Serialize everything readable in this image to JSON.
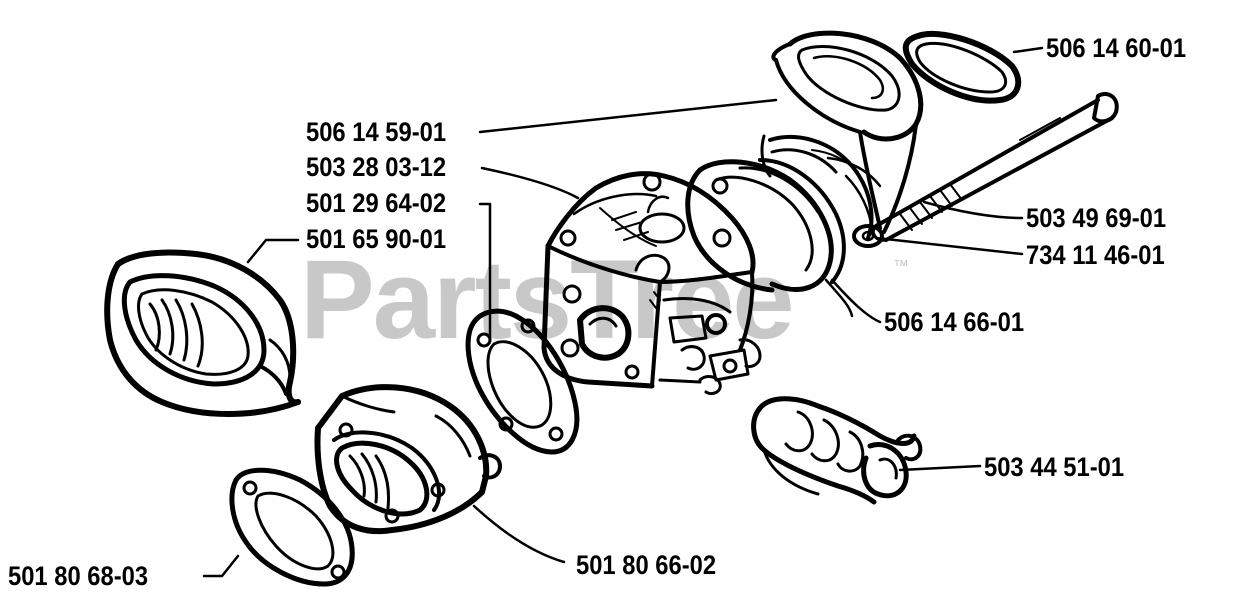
{
  "watermark": {
    "text": "PartsTree",
    "trademark": "™",
    "color": "#c8c8c8"
  },
  "part_numbers": [
    "506 14 60-01",
    "506 14 59-01",
    "503 28 03-12",
    "501 29 64-02",
    "501 65 90-01",
    "503 49 69-01",
    "734 11 46-01",
    "506 14 66-01",
    "503 44 51-01",
    "501 80 66-02",
    "501 80 68-03"
  ],
  "colors": {
    "ink": "#000000",
    "paper": "#ffffff"
  }
}
